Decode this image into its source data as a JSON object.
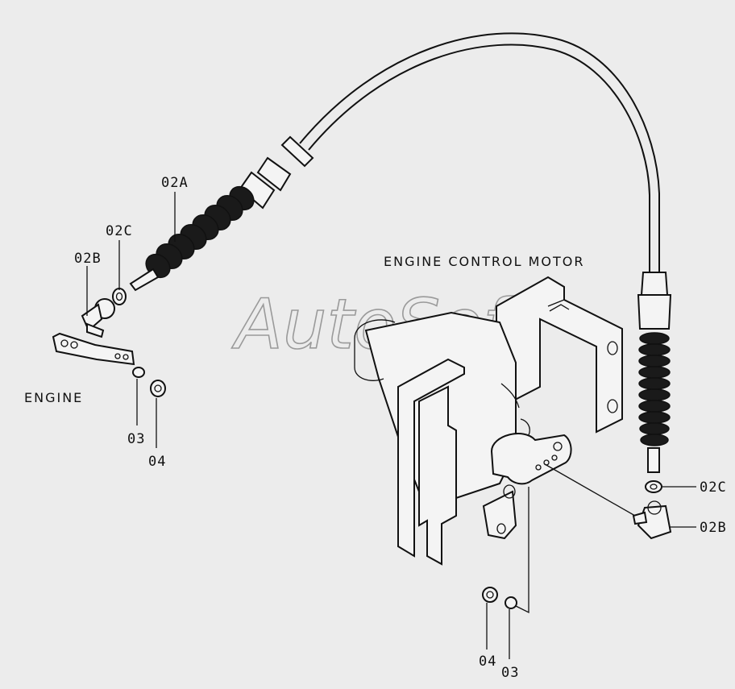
{
  "diagram": {
    "captions": {
      "engine": "ENGINE",
      "engine_control_motor": "ENGINE CONTROL MOTOR"
    },
    "watermark": "AutoSoft",
    "callouts": {
      "left_02a": "02A",
      "left_02c": "02C",
      "left_02b": "02B",
      "left_03": "03",
      "left_04": "04",
      "right_02c": "02C",
      "right_02b": "02B",
      "bottom_04": "04",
      "bottom_03": "03"
    }
  }
}
